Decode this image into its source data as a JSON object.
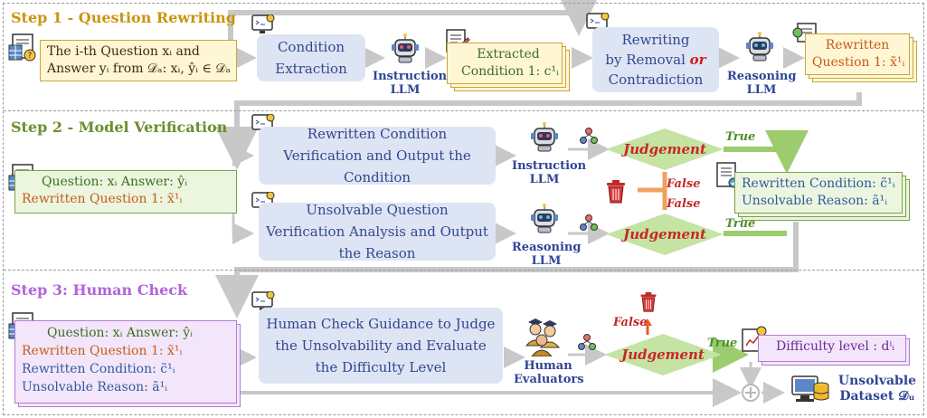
{
  "steps": {
    "step1": "Step 1 - Question Rewriting",
    "step2": "Step 2 - Model Verification",
    "step3": "Step 3: Human Check"
  },
  "step1": {
    "input_line1": "The i-th Question xᵢ and",
    "input_line2": "Answer yᵢ from 𝒟ₐ: xᵢ, ŷᵢ ∈ 𝒟ₐ",
    "proc_extraction": "Condition Extraction",
    "instruction_llm": "Instruction LLM",
    "extracted_line1": "Extracted",
    "extracted_line2": "Condition 1: c¹ᵢ",
    "rewriting_line1": "Rewriting",
    "rewriting_line2a": "by Removal ",
    "rewriting_or": "or",
    "rewriting_line3": "Contradiction",
    "reasoning_llm": "Reasoning LLM",
    "rewritten_line1": "Rewritten",
    "rewritten_line2": "Question 1: x̃¹ᵢ"
  },
  "step2": {
    "question_answer": "Question: xᵢ  Answer: ŷᵢ",
    "rewritten_q": "Rewritten Question 1: x̃¹ᵢ",
    "proc_condition_verification": "Rewritten Condition Verification and Output the Condition",
    "proc_unsolvable_verification": "Unsolvable Question Verification Analysis and Output the Reason",
    "instruction_llm": "Instruction LLM",
    "reasoning_llm": "Reasoning LLM",
    "judgement_top": "Judgement",
    "judgement_bottom": "Judgement",
    "true_top": "True",
    "true_bottom": "True",
    "false_top": "False",
    "false_bottom": "False",
    "output_condition": "Rewritten Condition: c̃¹ᵢ",
    "output_reason": "Unsolvable Reason: ã¹ᵢ"
  },
  "step3": {
    "question_answer": "Question: xᵢ  Answer: ŷᵢ",
    "rewritten_q": "Rewritten Question 1: x̃¹ᵢ",
    "rewritten_c": "Rewritten Condition: c̃¹ᵢ",
    "unsolvable_r": "Unsolvable Reason: ã¹ᵢ",
    "proc_guidance": "Human Check Guidance to Judge the Unsolvability and Evaluate the Difficulty Level",
    "human_evaluators": "Human Evaluators",
    "judgement": "Judgement",
    "false": "False",
    "true": "True",
    "difficulty": "Difficulty level : dⁱᵢ",
    "dataset_line1": "Unsolvable",
    "dataset_line2": "Dataset 𝒟ᵤ"
  },
  "colors": {
    "process_fill": "#dde4f3",
    "judgement_fill": "#c5e3a2",
    "step1_title": "#c99612",
    "step2_title": "#6d8f2c",
    "step3_title": "#b163d9"
  },
  "icons": [
    "spreadsheet-icon",
    "monitor-icon",
    "robot-icon",
    "document-icon",
    "trash-icon",
    "people-icon",
    "database-icon"
  ]
}
